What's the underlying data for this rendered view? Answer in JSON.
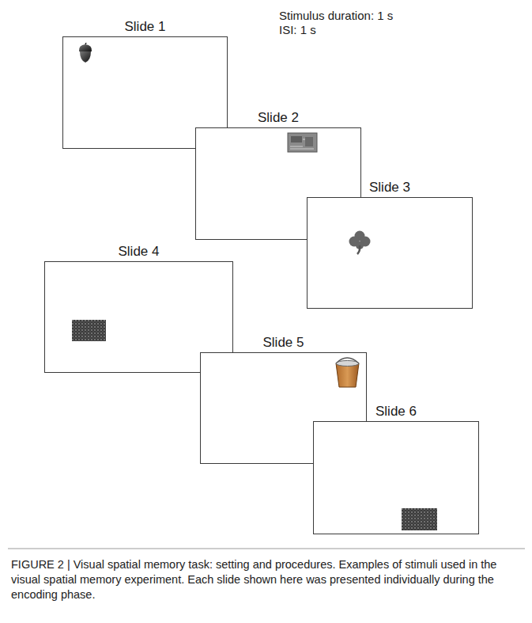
{
  "diagram": {
    "caption": "FIGURE 2 | Visual spatial memory task: setting and procedures. Examples of stimuli used in the visual spatial memory experiment. Each slide shown here was presented individually during the encoding phase.",
    "nodes": [
      {
        "text": [
          "Slide 1"
        ]
      },
      {
        "text": [
          "Slide 2"
        ]
      },
      {
        "text": [
          "Slide 3"
        ]
      },
      {
        "text": [
          "Slide 4"
        ]
      },
      {
        "text": [
          "Slide 5"
        ]
      },
      {
        "text": [
          "Slide 6"
        ]
      }
    ],
    "labels": [
      "Stimulus duration: 1 s",
      "ISI: 1 s"
    ]
  }
}
